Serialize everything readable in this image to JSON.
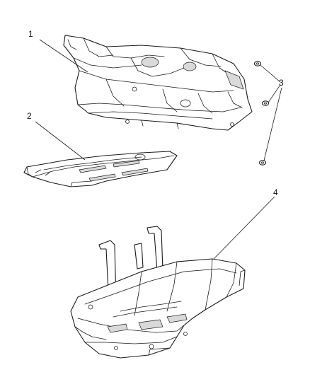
{
  "callouts": {
    "part_1": "1",
    "part_2": "2",
    "part_3": "3",
    "part_4": "4"
  },
  "colors": {
    "line": "#1a1a1a",
    "fill": "#ffffff",
    "shade": "#d9d9d9"
  }
}
